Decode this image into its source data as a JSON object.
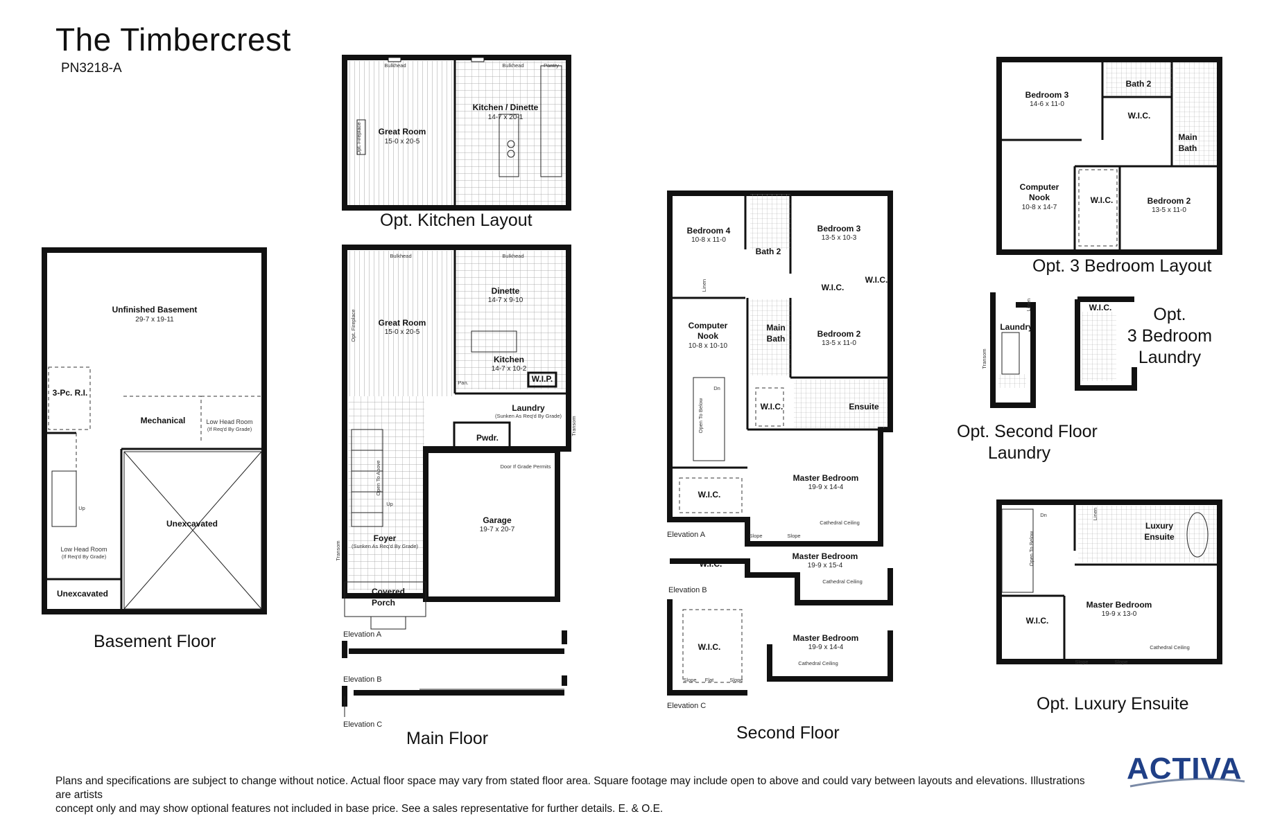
{
  "header": {
    "title": "The Timbercrest",
    "plan_code": "PN3218-A"
  },
  "captions": {
    "kitchen": "Opt. Kitchen Layout",
    "basement": "Basement Floor",
    "main": "Main Floor",
    "second": "Second Floor",
    "three_bed": "Opt. 3 Bedroom Layout",
    "three_bed_laundry_1": "Opt.",
    "three_bed_laundry_2": "3 Bedroom",
    "three_bed_laundry_3": "Laundry",
    "second_laundry_1": "Opt. Second Floor",
    "second_laundry_2": "Laundry",
    "luxury": "Opt. Luxury Ensuite"
  },
  "opt_kitchen": {
    "great_room": "Great Room",
    "great_room_dim": "15-0 x 20-5",
    "kitchen": "Kitchen / Dinette",
    "kitchen_dim": "14-7 x 20-1",
    "bulkhead_1": "Bulkhead",
    "bulkhead_2": "Bulkhead",
    "pantry": "Pantry",
    "fireplace": "Opt. Fireplace"
  },
  "basement": {
    "unfinished": "Unfinished Basement",
    "unfinished_dim": "29-7 x 19-11",
    "ri": "3-Pc. R.I.",
    "mechanical": "Mechanical",
    "low_head_1": "Low Head Room",
    "low_head_1_note": "(If Req'd By Grade)",
    "low_head_2": "Low Head Room",
    "low_head_2_note": "(If Req'd By Grade)",
    "unexcavated_1": "Unexcavated",
    "unexcavated_2": "Unexcavated",
    "up": "Up"
  },
  "main_floor": {
    "great_room": "Great Room",
    "great_room_dim": "15-0 x 20-5",
    "dinette": "Dinette",
    "dinette_dim": "14-7 x 9-10",
    "kitchen": "Kitchen",
    "kitchen_dim": "14-7 x 10-2",
    "wip": "W.I.P.",
    "laundry": "Laundry",
    "laundry_note": "(Sunken As Req'd By Grade)",
    "pwdr": "Pwdr.",
    "garage": "Garage",
    "garage_dim": "19-7 x 20-7",
    "door_note": "Door If Grade Permits",
    "foyer": "Foyer",
    "foyer_note": "(Sunken As Req'd By Grade)",
    "porch_1": "Covered",
    "porch_2": "Porch",
    "bulkhead_1": "Bulkhead",
    "bulkhead_2": "Bulkhead",
    "fireplace": "Opt. Fireplace",
    "pan": "Pan.",
    "transom_1": "Transom",
    "transom_2": "Transom",
    "open_to_above": "Open To Above",
    "up": "Up",
    "elev_a": "Elevation A",
    "elev_b": "Elevation B",
    "elev_c": "Elevation C"
  },
  "second_floor": {
    "bedroom4": "Bedroom 4",
    "bedroom4_dim": "10-8 x 11-0",
    "bath2": "Bath 2",
    "bedroom3": "Bedroom 3",
    "bedroom3_dim": "13-5 x 10-3",
    "wic_a": "W.I.C.",
    "wic_b": "W.I.C.",
    "nook_1": "Computer",
    "nook_2": "Nook",
    "nook_dim": "10-8 x 10-10",
    "main_bath_1": "Main",
    "main_bath_2": "Bath",
    "bedroom2": "Bedroom 2",
    "bedroom2_dim": "13-5 x 11-0",
    "wic_c": "W.I.C.",
    "ensuite": "Ensuite",
    "master": "Master Bedroom",
    "master_dim": "19-9 x 14-4",
    "wic_d": "W.I.C.",
    "linen": "Linen",
    "open_below": "Open To Below",
    "dn": "Dn",
    "cathedral": "Cathedral Ceiling",
    "slope_1": "Slope",
    "slope_2": "Slope",
    "elev_a": "Elevation A",
    "wic_b_elev": "W.I.C.",
    "master_b": "Master Bedroom",
    "master_b_dim": "19-9 x 15-4",
    "elev_b": "Elevation B",
    "cathedral_b": "Cathedral Ceiling",
    "wic_c_elev": "W.I.C.",
    "master_c": "Master Bedroom",
    "master_c_dim": "19-9 x 14-4",
    "elev_c": "Elevation C",
    "cathedral_c": "Cathedral Ceiling",
    "slope_c1": "Slope",
    "flat": "Flat",
    "slope_c2": "Slope"
  },
  "opt_three_bed": {
    "bedroom3": "Bedroom 3",
    "bedroom3_dim": "14-6 x 11-0",
    "bath2": "Bath 2",
    "wic_1": "W.I.C.",
    "main_bath_1": "Main",
    "main_bath_2": "Bath",
    "nook_1": "Computer",
    "nook_2": "Nook",
    "nook_dim": "10-8 x 14-7",
    "wic_2": "W.I.C.",
    "bedroom2": "Bedroom 2",
    "bedroom2_dim": "13-5 x 11-0"
  },
  "opt_laundry": {
    "laundry": "Laundry",
    "linen": "Linen",
    "transom": "Transom",
    "wic": "W.I.C."
  },
  "opt_luxury": {
    "luxury_1": "Luxury",
    "luxury_2": "Ensuite",
    "linen": "Linen",
    "wic": "W.I.C.",
    "master": "Master Bedroom",
    "master_dim": "19-9 x 13-0",
    "cathedral": "Cathedral Ceiling",
    "slope_1": "Slope",
    "slope_2": "Slope",
    "open_below": "Open To Below",
    "dn": "Dn"
  },
  "footer": {
    "disclaimer_1": "Plans and specifications are subject to change without notice.  Actual floor space may vary from stated floor area. Square footage may include open to above and could vary between layouts and elevations. Illustrations are artists",
    "disclaimer_2": "concept only and may show optional features not included in base price. See a sales representative for further details.  E. & O.E.",
    "brand": "ACTIVA"
  },
  "colors": {
    "wall": "#111111",
    "brand_blue": "#1f3f86",
    "swoosh": "#7a8aa6"
  }
}
